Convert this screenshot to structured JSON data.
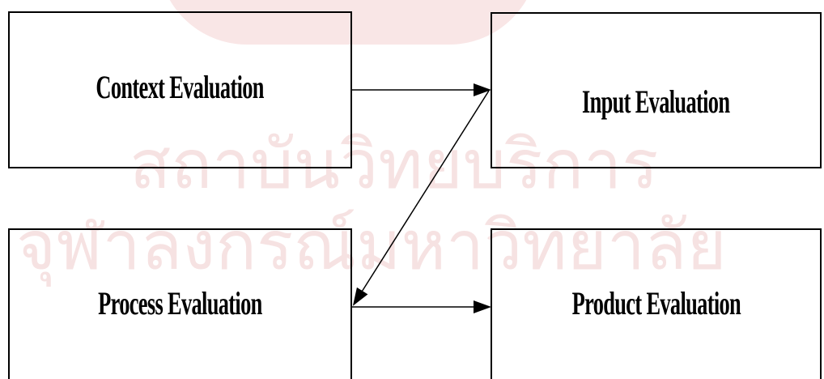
{
  "watermark": {
    "line1": "สถาบันวิทยบริการ",
    "line2": "จุฬาลงกรณ์มหาวิทยาลัย"
  },
  "boxes": {
    "context": "Context  Evaluation",
    "input": "Input Evaluation",
    "process": "Process Evaluation",
    "product": "Product Evaluation"
  },
  "edges": [
    {
      "from": "context",
      "to": "input"
    },
    {
      "from": "input",
      "to": "process"
    },
    {
      "from": "process",
      "to": "product"
    }
  ]
}
